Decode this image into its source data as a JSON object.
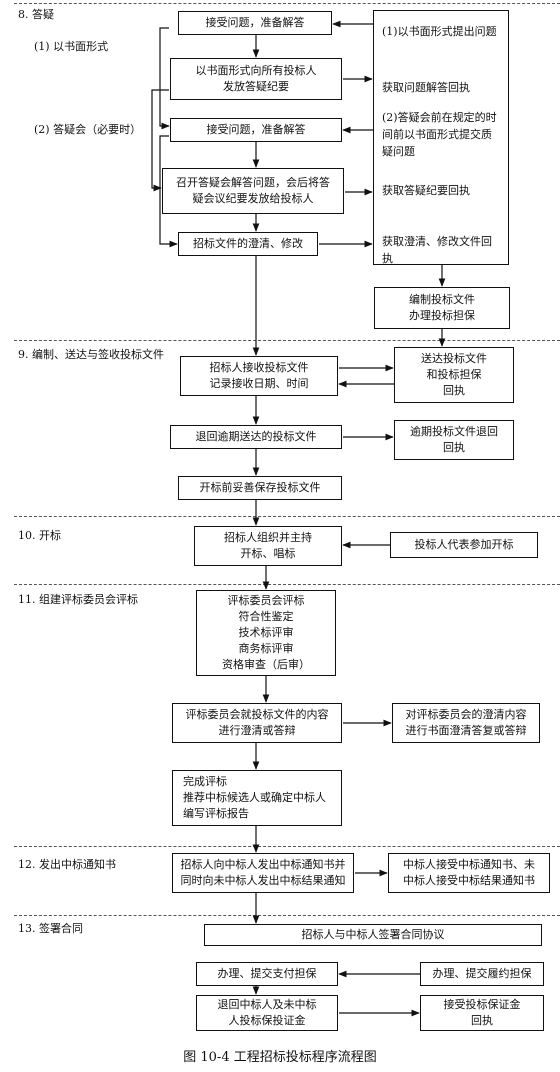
{
  "sections": {
    "s8": "8. 答疑",
    "s8_1": "(1)  以书面形式",
    "s8_2": "(2)  答疑会（必要时）",
    "s9": "9. 编制、送达与签收投标文件",
    "s10": "10. 开标",
    "s11": "11. 组建评标委员会评标",
    "s12": "12. 发出中标通知书",
    "s13": "13. 签署合同"
  },
  "left_boxes": {
    "b1": [
      "接受问题，准备解答"
    ],
    "b2": [
      "以书面形式向所有投标人",
      "发放答疑纪要"
    ],
    "b3": [
      "接受问题，准备解答"
    ],
    "b4": [
      "召开答疑会解答问题，会后将答",
      "疑会议纪要发放给投标人"
    ],
    "b5": [
      "招标文件的澄清、修改"
    ],
    "b6": [
      "招标人接收投标文件",
      "记录接收日期、时间"
    ],
    "b7": [
      "退回逾期送达的投标文件"
    ],
    "b8": [
      "开标前妥善保存投标文件"
    ],
    "b9": [
      "招标人组织并主持",
      "开标、唱标"
    ],
    "b10": [
      "评标委员会评标",
      "符合性鉴定",
      "技术标评审",
      "商务标评审",
      "资格审查（后审）"
    ],
    "b11": [
      "评标委员会就投标文件的内容",
      "进行澄清或答辩"
    ],
    "b12": [
      "完成评标",
      "推荐中标候选人或确定中标人",
      "编写评标报告"
    ],
    "b13": [
      "招标人向中标人发出中标通知书并",
      "同时向未中标人发出中标结果通知"
    ],
    "b14": [
      "招标人与中标人签署合同协议"
    ],
    "b15": [
      "办理、提交支付担保"
    ],
    "b16": [
      "退回中标人及未中标",
      "人投标保投证金"
    ]
  },
  "right_tall": {
    "i1": [
      "(1)以书面形式提出",
      "问题"
    ],
    "i2": [
      "获取问题解答回执"
    ],
    "i3": [
      "(2)答疑会前在规定的",
      "时间前以书面形式",
      "提交质疑问题"
    ],
    "i4": [
      "获取答疑纪要回执"
    ],
    "i5": [
      "获取澄清、修改文件",
      "回执"
    ]
  },
  "right_boxes": {
    "r1": [
      "编制投标文件",
      "办理投标担保"
    ],
    "r2": [
      "送达投标文件",
      "和投标担保",
      "回执"
    ],
    "r3": [
      "逾期投标文件退回",
      "回执"
    ],
    "r4": [
      "投标人代表参加开标"
    ],
    "r5": [
      "对评标委员会的澄清内容",
      "进行书面澄清答复或答辩"
    ],
    "r6": [
      "中标人接受中标通知书、未",
      "中标人接受中标结果通知书"
    ],
    "r7": [
      "办理、提交履约担保"
    ],
    "r8": [
      "接受投标保证金",
      "回执"
    ]
  },
  "caption": "图 10-4   工程招标投标程序流程图"
}
